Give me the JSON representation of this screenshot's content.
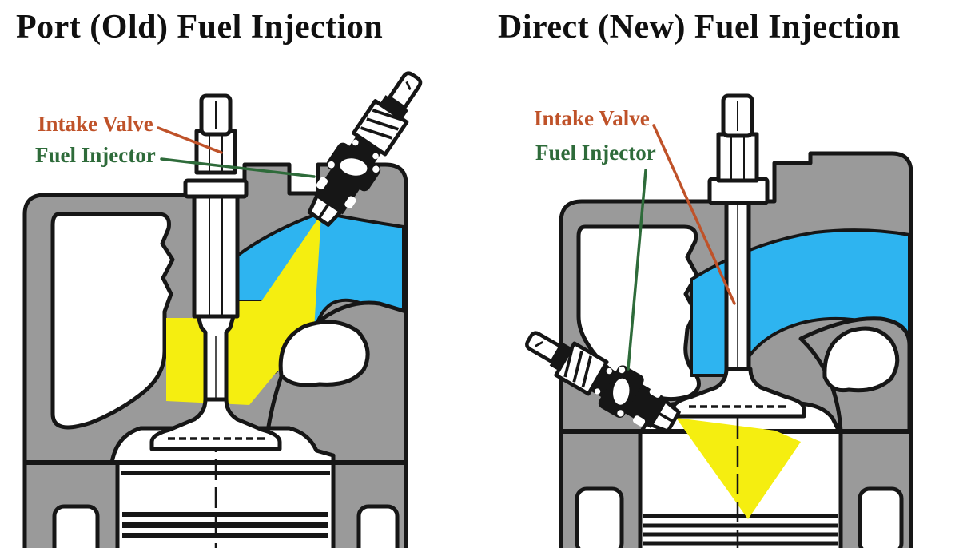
{
  "diagram": {
    "type": "engine-fuel-injection-comparison",
    "left_panel": {
      "title": "Port (Old) Fuel Injection",
      "intake_valve_label": "Intake Valve",
      "fuel_injector_label": "Fuel Injector"
    },
    "right_panel": {
      "title": "Direct (New) Fuel Injection",
      "intake_valve_label": "Intake Valve",
      "fuel_injector_label": "Fuel Injector"
    },
    "colors": {
      "block_gray": "#9a9a9a",
      "outline_black": "#161616",
      "intake_air_blue": "#2eb4f0",
      "fuel_spray_yellow": "#f5ee10",
      "intake_valve_label_color": "#bf5229",
      "fuel_injector_label_color": "#2e6b3a",
      "title_color": "#101010",
      "background": "#ffffff"
    }
  }
}
